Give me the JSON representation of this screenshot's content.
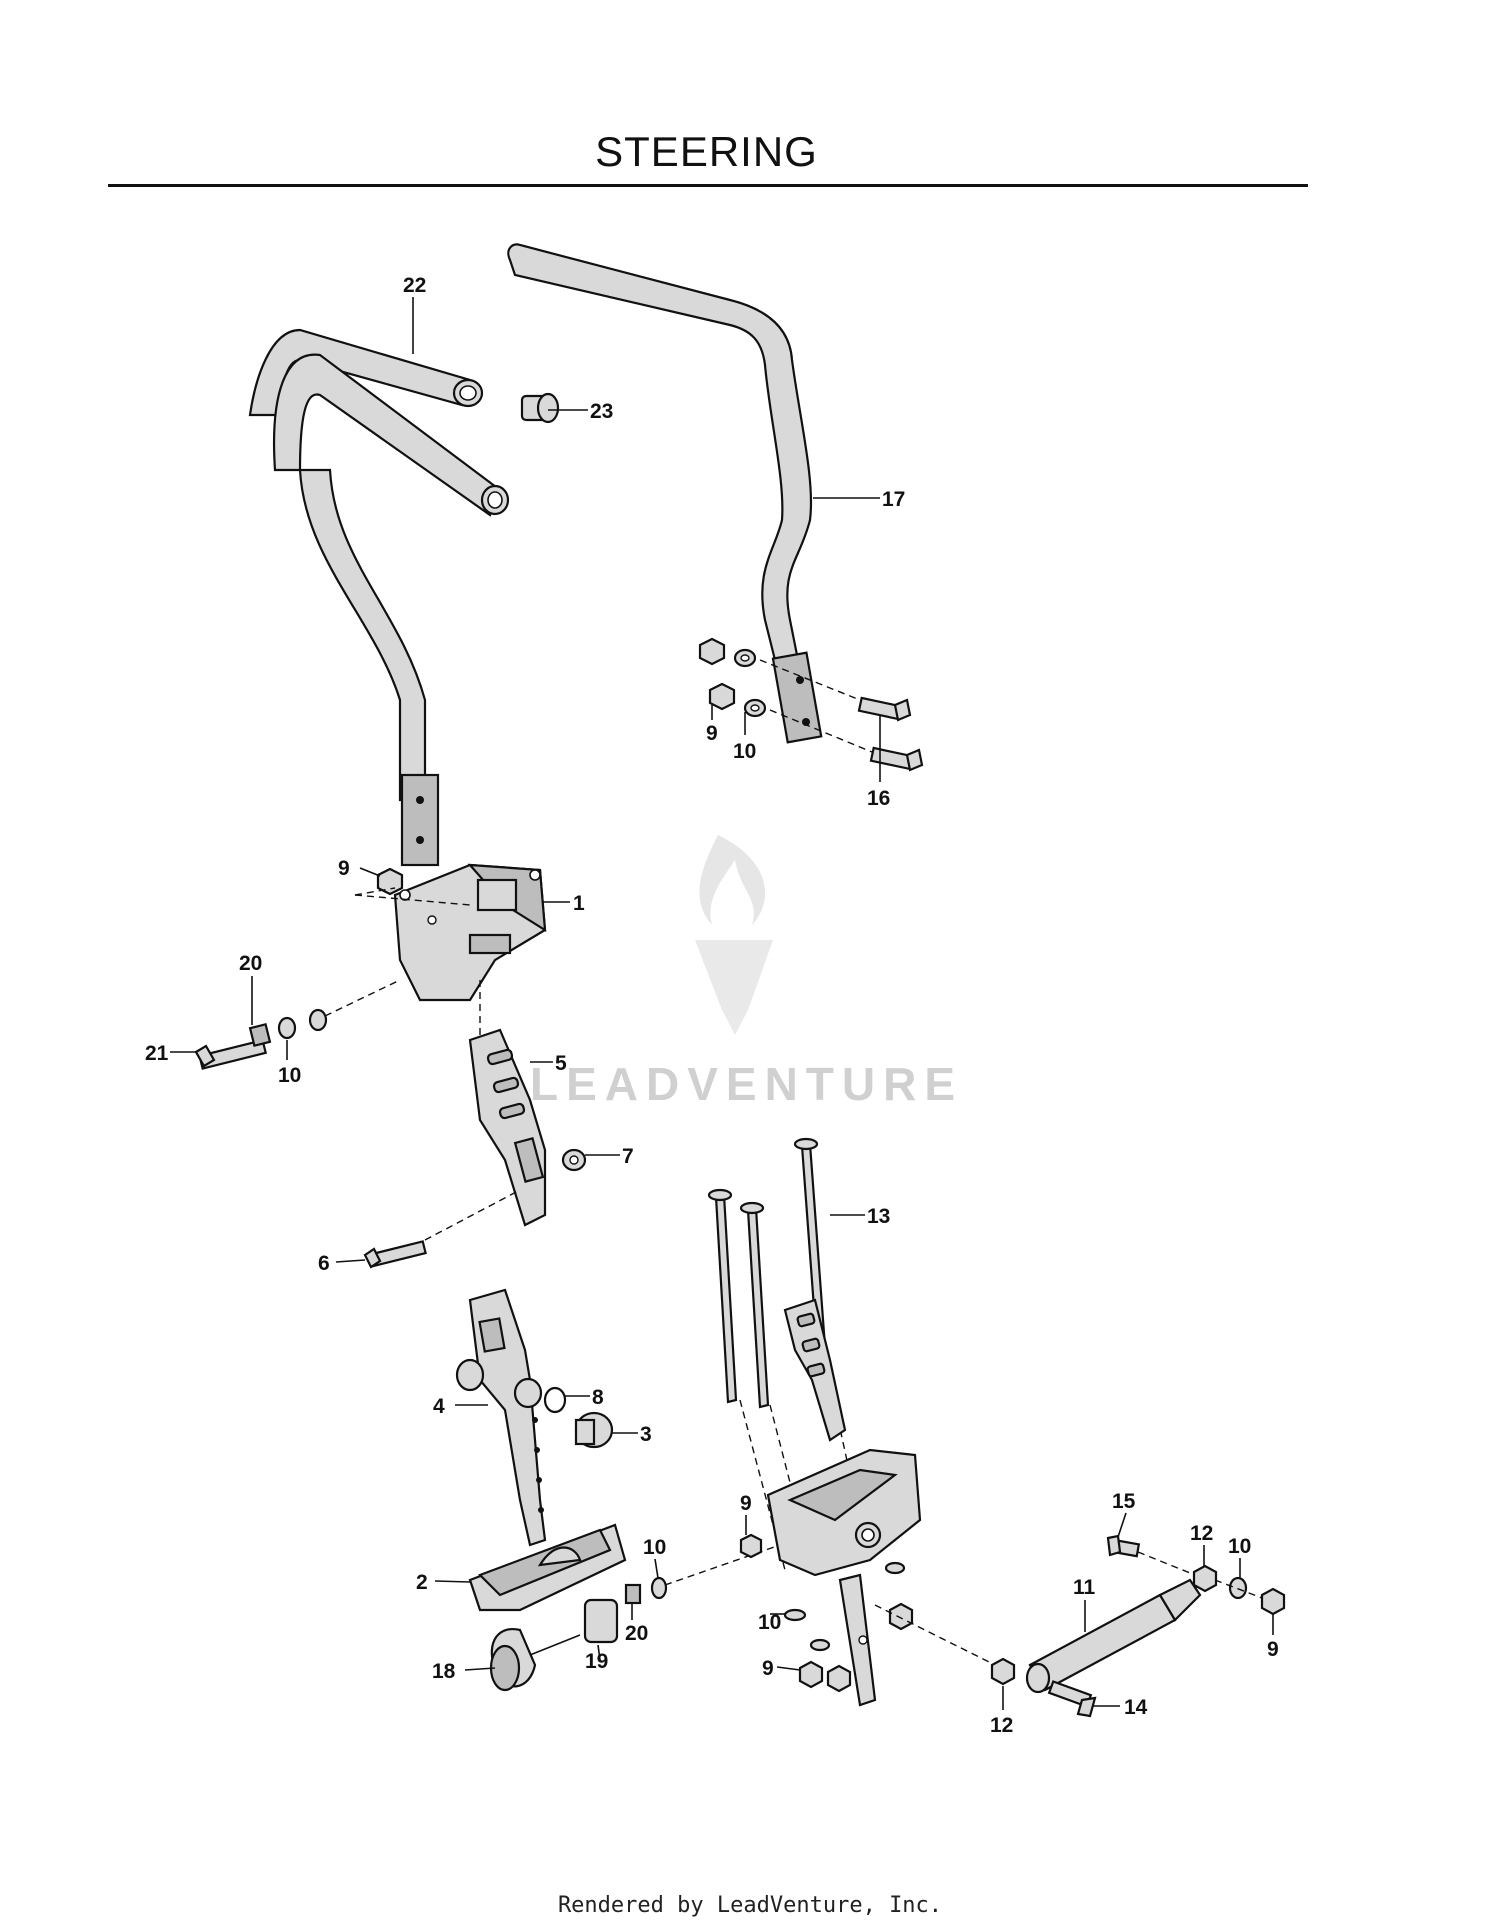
{
  "title": "STEERING",
  "footer": "Rendered by LeadVenture, Inc.",
  "watermark": "LEADVENTURE",
  "callouts": [
    "22",
    "23",
    "17",
    "9",
    "10",
    "16",
    "9",
    "1",
    "20",
    "10",
    "21",
    "5",
    "7",
    "6",
    "13",
    "4",
    "8",
    "3",
    "9",
    "10",
    "15",
    "12",
    "10",
    "2",
    "20",
    "19",
    "18",
    "10",
    "9",
    "11",
    "9",
    "14",
    "12"
  ]
}
